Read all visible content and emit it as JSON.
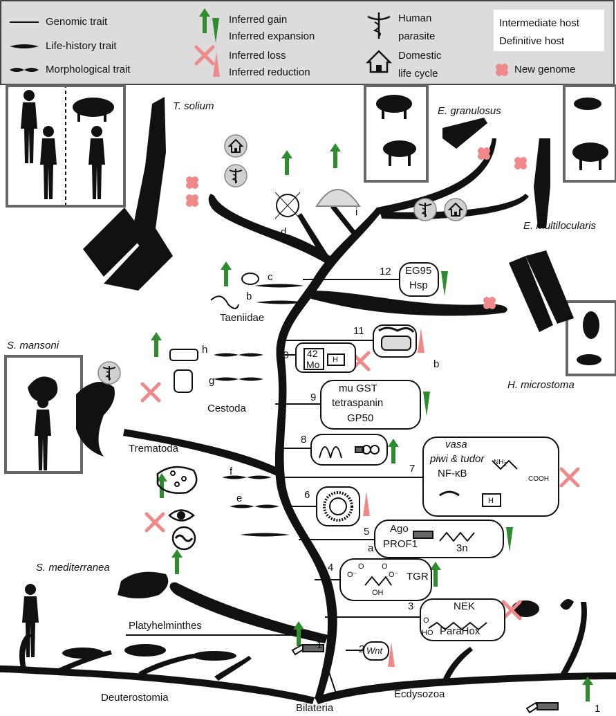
{
  "legend": {
    "genomic_trait": "Genomic trait",
    "life_history_trait": "Life-history trait",
    "morphological_trait": "Morphological trait",
    "inferred_gain": "Inferred gain",
    "inferred_expansion": "Inferred expansion",
    "inferred_loss": "Inferred loss",
    "inferred_reduction": "Inferred reduction",
    "human_parasite_1": "Human",
    "human_parasite_2": "parasite",
    "domestic_life_cycle_1": "Domestic",
    "domestic_life_cycle_2": "life cycle",
    "intermediate_host": "Intermediate host",
    "definitive_host": "Definitive host",
    "new_genome": "New genome"
  },
  "species": {
    "t_solium": "T. solium",
    "e_granulosus": "E. granulosus",
    "e_multilocularis": "E. multilocularis",
    "h_microstoma": "H. microstoma",
    "s_mansoni": "S. mansoni",
    "s_mediterranea": "S. mediterranea"
  },
  "clades": {
    "taeniidae": "Taeniidae",
    "cestoda": "Cestoda",
    "trematoda": "Trematoda",
    "platyhelminthes": "Platyhelminthes",
    "deuterostomia": "Deuterostomia",
    "ecdysozoa": "Ecdysozoa",
    "bilateria": "Bilateria"
  },
  "traits": {
    "a": "a",
    "b": "b",
    "b2": "b",
    "c": "c",
    "d": "d",
    "e": "e",
    "f": "f",
    "g": "g",
    "h": "h",
    "i": "i"
  },
  "nodes": {
    "n1": "1",
    "n1b": "1",
    "n2": "2",
    "n3": "3",
    "n4": "4",
    "n5": "5",
    "n6": "6",
    "n7": "7",
    "n8": "8",
    "n9": "9",
    "n10": "10",
    "n11": "11",
    "n12": "12"
  },
  "boxes": {
    "eg95": "EG95",
    "hsp": "Hsp",
    "mo_num": "42",
    "mo_sym": "Mo",
    "h_small": "H",
    "mu_gst": "mu GST",
    "tetraspanin": "tetraspanin",
    "gp50": "GP50",
    "vasa": "vasa",
    "piwi_tudor": "piwi & tudor",
    "nfkb": "NF-κB",
    "nh2": "NH",
    "nh2_sub": "2",
    "cooh": "COOH",
    "h_small2": "H",
    "ago": "Ago",
    "prof1": "PROF1",
    "three_n": "3n",
    "tgr": "TGR",
    "wnt": "Wnt",
    "nek": "NEK",
    "parahox": "ParaHox",
    "o_minus": "O⁻",
    "o_minus2": "O⁻",
    "o_top": "O",
    "o_top2": "O",
    "oh": "OH",
    "ho": "HO",
    "o_fa": "O"
  },
  "colors": {
    "gain": "#2e8b2e",
    "expansion": "#2e8b2e",
    "loss": "#f08a8a",
    "reduction": "#f08a8a",
    "legend_bg": "#dcdcdc",
    "box_border": "#666666"
  }
}
